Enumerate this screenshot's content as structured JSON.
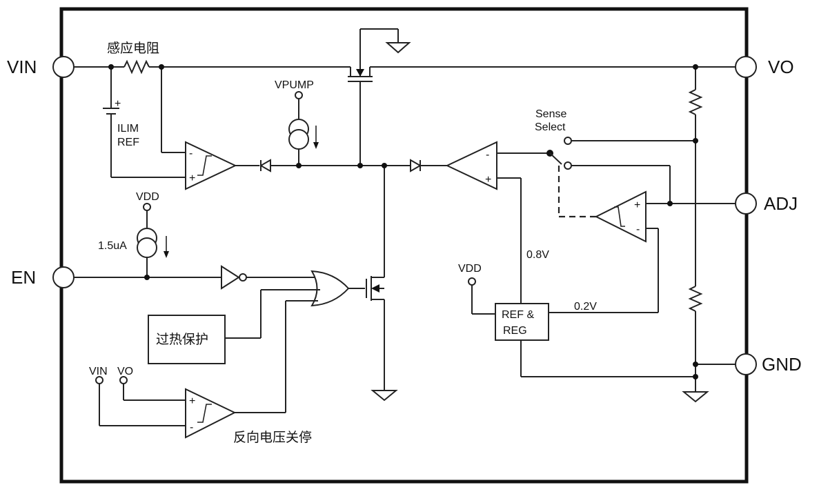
{
  "pins": {
    "vin": "VIN",
    "vo": "VO",
    "adj": "ADJ",
    "en": "EN",
    "gnd": "GND"
  },
  "labels": {
    "sense_resistor": "感应电阻",
    "ilim": "ILIM",
    "ref": "REF",
    "vpump": "VPUMP",
    "vdd_top": "VDD",
    "current_source": "1.5uA",
    "sense": "Sense",
    "select": "Select",
    "v08": "0.8V",
    "v02": "0.2V",
    "vdd_ref": "VDD",
    "ref_reg_1": "REF &",
    "ref_reg_2": "REG",
    "thermal": "过热保护",
    "vin_small": "VIN",
    "vo_small": "VO",
    "reverse": "反向电压关停",
    "plus": "+",
    "minus": "-"
  }
}
